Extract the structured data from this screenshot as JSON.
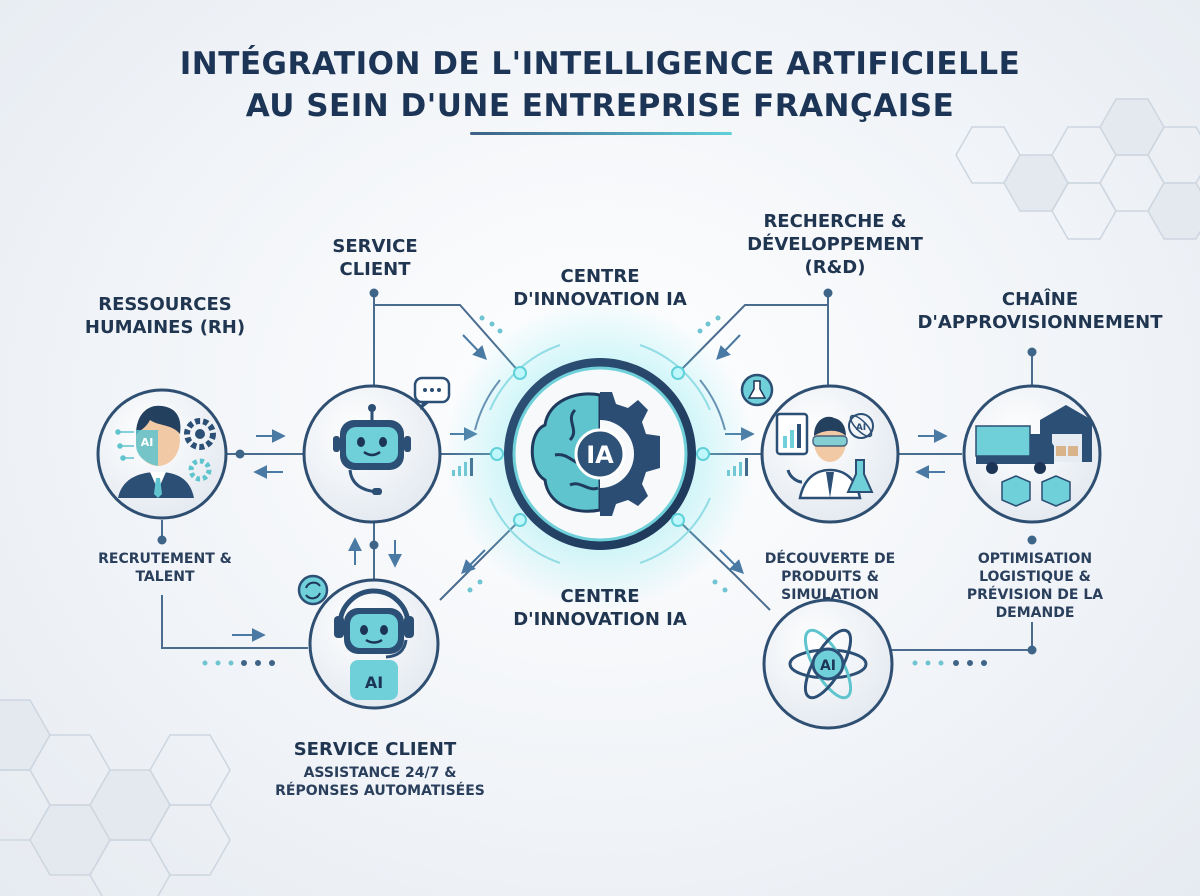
{
  "title": {
    "line1": "INTÉGRATION DE L'INTELLIGENCE ARTIFICIELLE",
    "line2": "AU SEIN D'UNE ENTREPRISE FRANÇAISE"
  },
  "center": {
    "label_top": "CENTRE D'INNOVATION IA",
    "label_bottom": "CENTRE D'INNOVATION IA",
    "badge": "IA"
  },
  "nodes": {
    "hr": {
      "label": "RESSOURCES HUMAINES (RH)",
      "sub": "RECRUTEMENT & TALENT",
      "badge": "AI"
    },
    "service_top": {
      "label": "SERVICE CLIENT"
    },
    "service_bottom": {
      "label": "SERVICE CLIENT",
      "sub": "ASSISTANCE 24/7 & RÉPONSES AUTOMATISÉES",
      "badge": "AI"
    },
    "rd": {
      "label": "RECHERCHE & DÉVELOPPEMENT (R&D)",
      "sub": "DÉCOUVERTE DE PRODUITS & SIMULATION",
      "badge": "AI"
    },
    "supply": {
      "label": "CHAÎNE D'APPROVISIONNEMENT",
      "sub": "OPTIMISATION LOGISTIQUE & PRÉVISION DE LA DEMANDE"
    },
    "ai_node": {
      "badge": "AI"
    }
  },
  "colors": {
    "navy": "#1f3550",
    "teal": "#5fcfd6",
    "line": "#4a6d8f",
    "glow": "#7ee8f0"
  }
}
